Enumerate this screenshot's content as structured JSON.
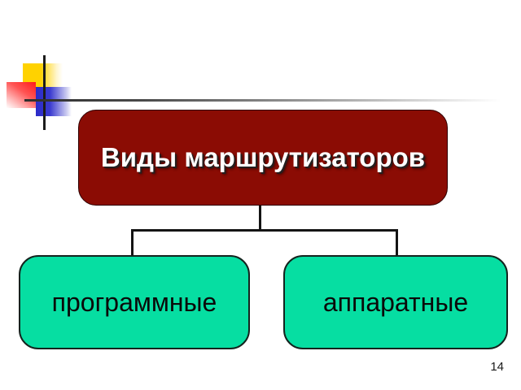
{
  "slide": {
    "page_number": "14",
    "diagram": {
      "root": {
        "label": "Виды маршрутизаторов"
      },
      "children": [
        {
          "label": "программные"
        },
        {
          "label": "аппаратные"
        }
      ]
    },
    "colors": {
      "root_fill": "#8b0c04",
      "root_text": "#ffffff",
      "child_fill": "#06dea2",
      "child_text": "#0a0a0a",
      "connector": "#141414",
      "deco_yellow": "#ffd200",
      "deco_red": "#ff1a1a",
      "deco_blue": "#2b2bc8",
      "deco_line": "#1c1c1c",
      "background": "#ffffff"
    }
  }
}
